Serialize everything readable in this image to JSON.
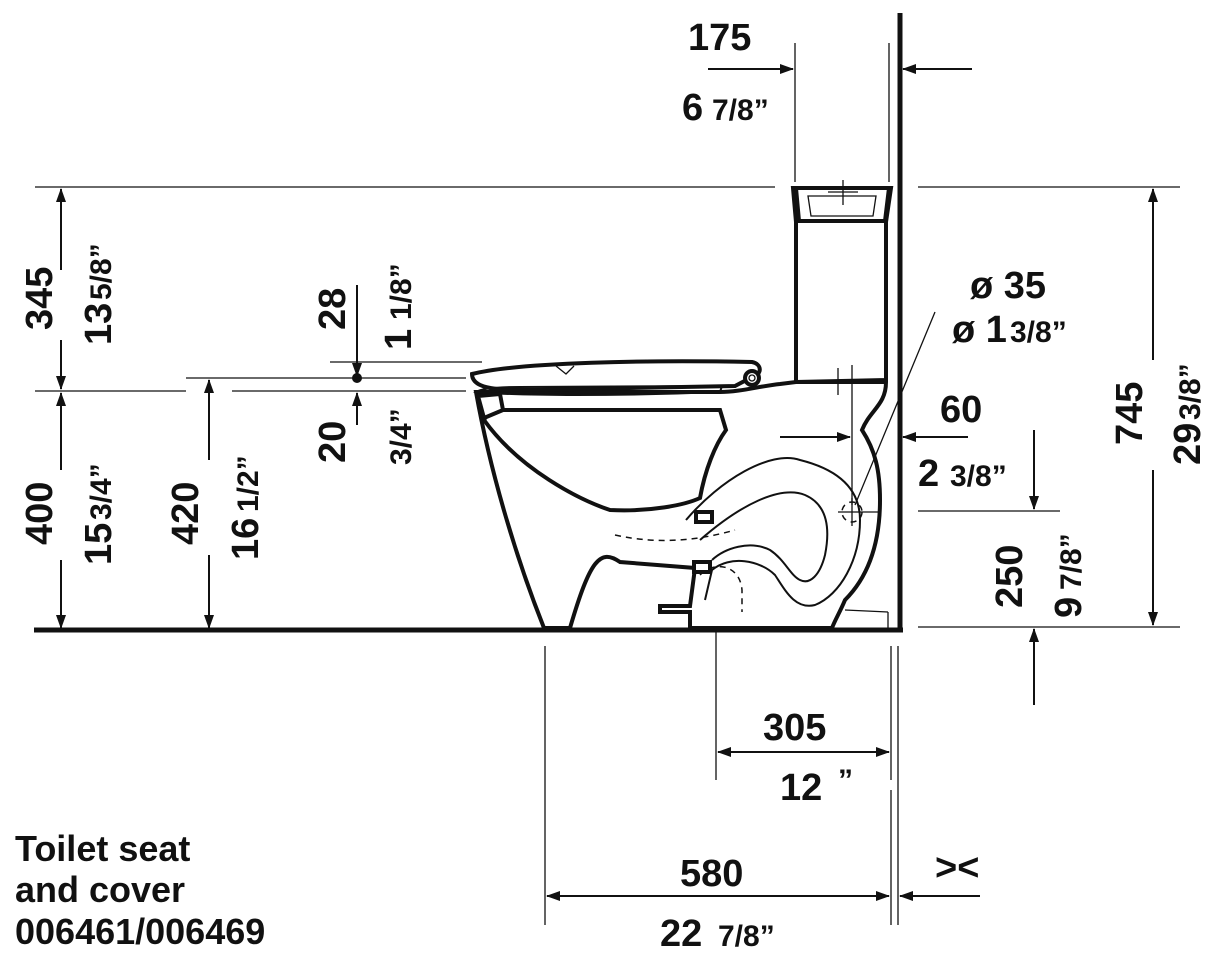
{
  "caption": {
    "line1": "Toilet seat",
    "line2": "and cover",
    "line3": "006461/006469"
  },
  "dimensions": {
    "d175": {
      "mm": "175",
      "in_whole": "6",
      "in_frac": "7/8”"
    },
    "d345": {
      "mm": "345",
      "in_whole": "13",
      "in_frac": "5/8”"
    },
    "d28": {
      "mm": "28",
      "in_whole": "1",
      "in_frac": "1/8”"
    },
    "d20": {
      "mm": "20",
      "in_frac": "3/4”"
    },
    "d400": {
      "mm": "400",
      "in_whole": "15",
      "in_frac": "3/4”"
    },
    "d420": {
      "mm": "420",
      "in_whole": "16",
      "in_frac": "1/2”"
    },
    "d35": {
      "mm": "ø 35",
      "in_whole": "ø 1",
      "in_frac": "3/8”"
    },
    "d60": {
      "mm": "60",
      "in_whole": "2",
      "in_frac": "3/8”"
    },
    "d745": {
      "mm": "745",
      "in_whole": "29",
      "in_frac": "3/8”"
    },
    "d250": {
      "mm": "250",
      "in_whole": "9",
      "in_frac": "7/8”"
    },
    "d305": {
      "mm": "305",
      "in_whole": "12",
      "in_frac": "”"
    },
    "d580": {
      "mm": "580",
      "in_whole": "22",
      "in_frac": "7/8”"
    },
    "clearance_symbol": "><"
  }
}
